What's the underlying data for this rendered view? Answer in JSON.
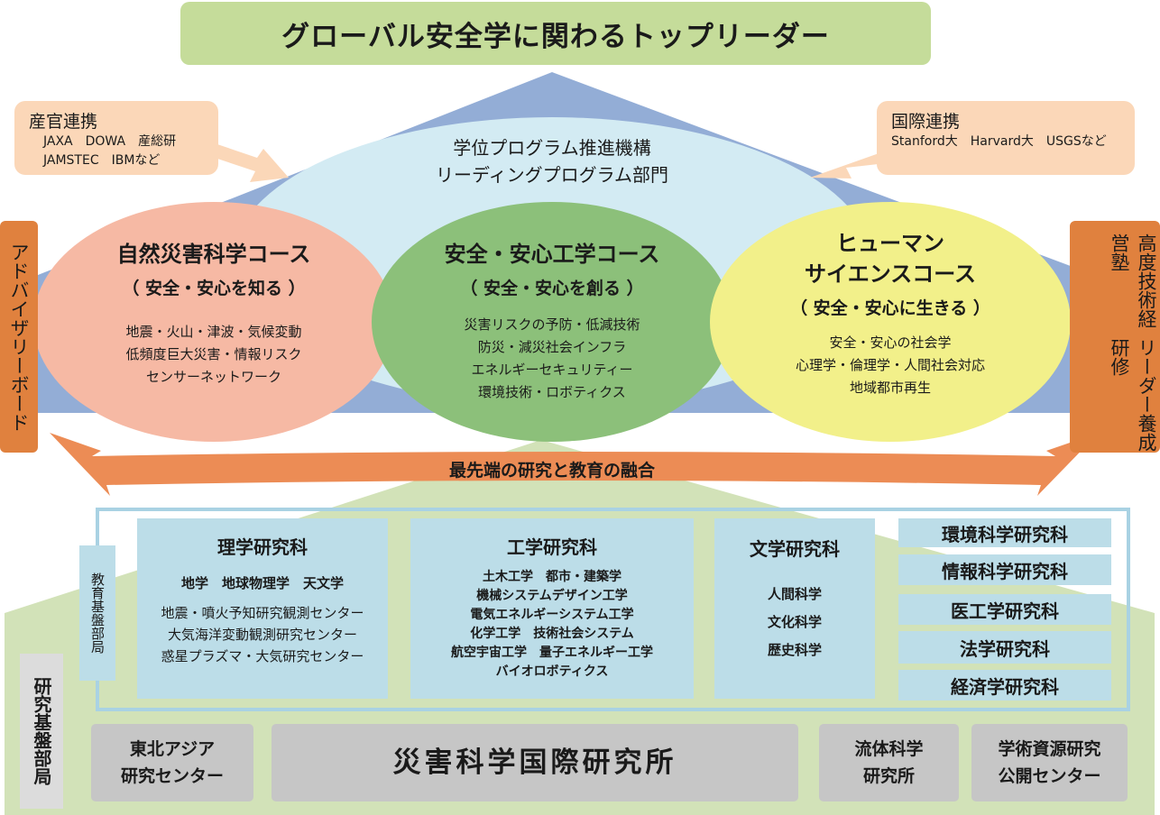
{
  "title": "グローバル安全学に関わるトップリーダー",
  "industry": {
    "title": "産官連携",
    "line1": "JAXA　DOWA　産総研",
    "line2": "JAMSTEC　IBMなど"
  },
  "international": {
    "title": "国際連携",
    "line1": "Stanford大　Harvard大　USGSなど"
  },
  "advisory_board": "アドバイザリーボード",
  "leader_school": {
    "col1": "リーダー養成研修",
    "col2": "高度技術経営塾"
  },
  "organization": {
    "line1": "学位プログラム推進機構",
    "line2": "リーディングプログラム部門"
  },
  "courses": [
    {
      "title": "自然災害科学コース",
      "subtitle": "（ 安全・安心を知る ）",
      "items": [
        "地震・火山・津波・気候変動",
        "低頻度巨大災害・情報リスク",
        "センサーネットワーク"
      ]
    },
    {
      "title": "安全・安心工学コース",
      "subtitle": "（ 安全・安心を創る ）",
      "items": [
        "災害リスクの予防・低減技術",
        "防災・減災社会インフラ",
        "エネルギーセキュリティー",
        "環境技術・ロボティクス"
      ]
    },
    {
      "title_line1": "ヒューマン",
      "title_line2": "サイエンスコース",
      "subtitle": "（ 安全・安心に生きる ）",
      "items": [
        "安全・安心の社会学",
        "心理学・倫理学・人間社会対応",
        "地域都市再生"
      ]
    }
  ],
  "fusion": "最先端の研究と教育の融合",
  "education_base": "教育基盤部局",
  "research_base": "研究基盤部局",
  "graduate_schools": {
    "science": {
      "title": "理学研究科",
      "fields": "地学　地球物理学　天文学",
      "items": [
        "地震・噴火予知研究観測センター",
        "大気海洋変動観測研究センター",
        "惑星プラズマ・大気研究センター"
      ]
    },
    "engineering": {
      "title": "工学研究科",
      "items": [
        "土木工学　都市・建築学",
        "機械システムデザイン工学",
        "電気エネルギーシステム工学",
        "化学工学　技術社会システム",
        "航空宇宙工学　量子エネルギー工学",
        "バイオロボティクス"
      ]
    },
    "letters": {
      "title": "文学研究科",
      "items": [
        "人間科学",
        "文化科学",
        "歴史科学"
      ]
    },
    "others": [
      "環境科学研究科",
      "情報科学研究科",
      "医工学研究科",
      "法学研究科",
      "経済学研究科"
    ]
  },
  "institutes": {
    "ne_asia": {
      "line1": "東北アジア",
      "line2": "研究センター"
    },
    "irides": "災害科学国際研究所",
    "fluid": {
      "line1": "流体科学",
      "line2": "研究所"
    },
    "archives": {
      "line1": "学術資源研究",
      "line2": "公開センター"
    }
  },
  "colors": {
    "title_bg": "#c5dc9a",
    "roof": "#93add6",
    "org_ellipse": "#d3ebf3",
    "course1": "#f6b9a4",
    "course2": "#8cc07a",
    "course3": "#f2f08a",
    "arrow": "#ec8c55",
    "side": "#e0813e",
    "base": "#d2e2b8",
    "box": "#bcdde8",
    "institute": "#c6c6c6"
  }
}
